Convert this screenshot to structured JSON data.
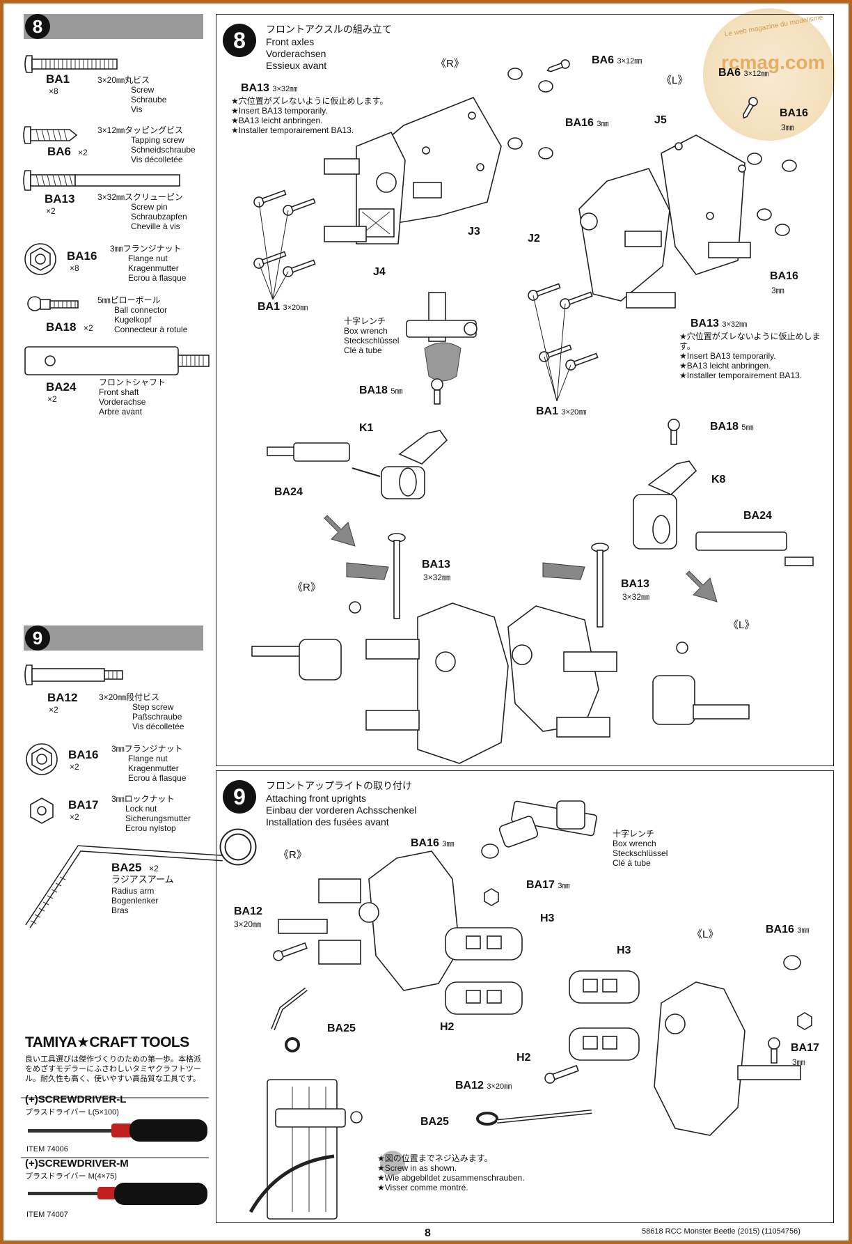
{
  "watermark": {
    "site": "rcmag.com",
    "tagline": "Le web magazine du modelisme"
  },
  "sidebar8": {
    "num": "8",
    "parts": [
      {
        "id": "BA1",
        "qty": "×8",
        "jp": "3×20㎜丸ビス",
        "en": "Screw",
        "de": "Schraube",
        "fr": "Vis"
      },
      {
        "id": "BA6",
        "qty": "×2",
        "jp": "3×12㎜タッピングビス",
        "en": "Tapping screw",
        "de": "Schneidschraube",
        "fr": "Vis décolletée"
      },
      {
        "id": "BA13",
        "qty": "×2",
        "jp": "3×32㎜スクリューピン",
        "en": "Screw pin",
        "de": "Schraubzapfen",
        "fr": "Cheville à vis"
      },
      {
        "id": "BA16",
        "qty": "×8",
        "jp": "3㎜フランジナット",
        "en": "Flange nut",
        "de": "Kragenmutter",
        "fr": "Ecrou à flasque"
      },
      {
        "id": "BA18",
        "qty": "×2",
        "jp": "5㎜ピローボール",
        "en": "Ball connector",
        "de": "Kugelkopf",
        "fr": "Connecteur à rotule"
      },
      {
        "id": "BA24",
        "qty": "×2",
        "jp": "フロントシャフト",
        "en": "Front shaft",
        "de": "Vorderachse",
        "fr": "Arbre avant"
      }
    ]
  },
  "sidebar9": {
    "num": "9",
    "parts": [
      {
        "id": "BA12",
        "qty": "×2",
        "jp": "3×20㎜段付ビス",
        "en": "Step screw",
        "de": "Paßschraube",
        "fr": "Vis décolletée"
      },
      {
        "id": "BA16",
        "qty": "×2",
        "jp": "3㎜フランジナット",
        "en": "Flange nut",
        "de": "Kragenmutter",
        "fr": "Ecrou à flasque"
      },
      {
        "id": "BA17",
        "qty": "×2",
        "jp": "3㎜ロックナット",
        "en": "Lock nut",
        "de": "Sicherungsmutter",
        "fr": "Ecrou nylstop"
      },
      {
        "id": "BA25",
        "qty": "×2",
        "jp": "ラジアスアーム",
        "en": "Radius arm",
        "de": "Bogenlenker",
        "fr": "Bras"
      }
    ]
  },
  "tools": {
    "brand": "TAMIYA★CRAFT TOOLS",
    "intro": "良い工具選びは傑作づくりのための第一歩。本格派をめざすモデラーにふさわしいタミヤクラフトツール。耐久性も高く、使いやすい高品質な工具です。",
    "items": [
      {
        "name": "(+)SCREWDRIVER-L",
        "jp": "プラスドライバー L(5×100)",
        "item": "ITEM 74006"
      },
      {
        "name": "(+)SCREWDRIVER-M",
        "jp": "プラスドライバー M(4×75)",
        "item": "ITEM 74007"
      }
    ]
  },
  "step8": {
    "num": "8",
    "title_jp": "フロントアクスルの組み立て",
    "title_en": "Front axles",
    "title_de": "Vorderachsen",
    "title_fr": "Essieux avant",
    "R": "《R》",
    "L": "《L》",
    "ba13_note": [
      "★穴位置がズレないように仮止めします。",
      "★Insert BA13 temporarily.",
      "★BA13 leicht anbringen.",
      "★Installer temporairement BA13."
    ],
    "ba13_note_L": [
      "★穴位置がズレないように仮止めします。",
      "★Insert BA13 temporarily.",
      "★BA13 leicht anbringen.",
      "★Installer temporairement BA13."
    ],
    "wrench": [
      "十字レンチ",
      "Box wrench",
      "Steckschlüssel",
      "Clé à tube"
    ],
    "labels": {
      "BA6": "BA6",
      "s3x12": "3×12㎜",
      "BA13": "BA13",
      "s3x32": "3×32㎜",
      "BA16": "BA16",
      "s3": "3㎜",
      "BA1": "BA1",
      "s3x20": "3×20㎜",
      "BA18": "BA18",
      "s5": "5㎜",
      "BA24": "BA24",
      "J2": "J2",
      "J3": "J3",
      "J4": "J4",
      "J5": "J5",
      "K1": "K1",
      "K8": "K8"
    }
  },
  "step9": {
    "num": "9",
    "title_jp": "フロントアップライトの取り付け",
    "title_en": "Attaching front uprights",
    "title_de": "Einbau der vorderen Achsschenkel",
    "title_fr": "Installation des fusées avant",
    "R": "《R》",
    "L": "《L》",
    "wrench": [
      "十字レンチ",
      "Box wrench",
      "Steckschlüssel",
      "Clé à tube"
    ],
    "screw_note": [
      "★図の位置までネジ込みます。",
      "★Screw in as shown.",
      "★Wie abgebildet zusammenschrauben.",
      "★Visser comme montré."
    ],
    "labels": {
      "BA16": "BA16",
      "BA17": "BA17",
      "s3": "3㎜",
      "BA12": "BA12",
      "s3x20": "3×20㎜",
      "BA25": "BA25",
      "H2": "H2",
      "H3": "H3"
    }
  },
  "footer": {
    "page": "8",
    "product": "58618 RCC Monster Beetle (2015) (11054756)"
  }
}
